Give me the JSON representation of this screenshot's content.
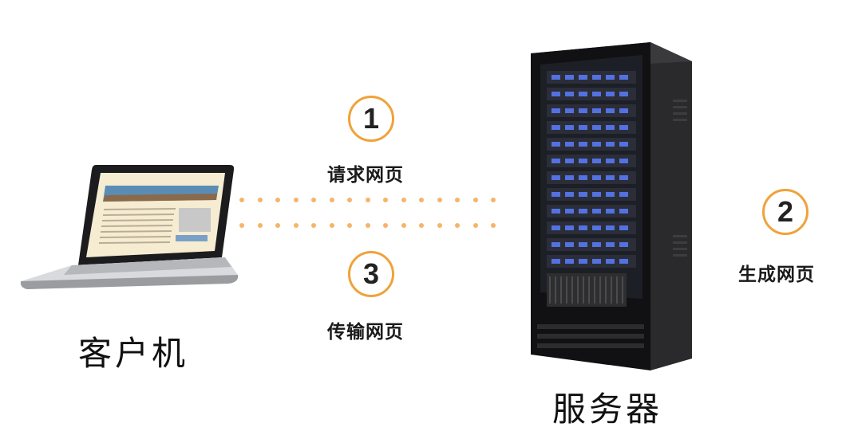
{
  "client": {
    "label": "客户机",
    "icon": "laptop-icon"
  },
  "server": {
    "label": "服务器",
    "icon": "server-rack-icon"
  },
  "steps": [
    {
      "number": "1",
      "label": "请求网页"
    },
    {
      "number": "2",
      "label": "生成网页"
    },
    {
      "number": "3",
      "label": "传输网页"
    }
  ],
  "colors": {
    "accent": "#f0a23a",
    "dots": "#f6b46a",
    "server_light": "#5a7cff"
  }
}
